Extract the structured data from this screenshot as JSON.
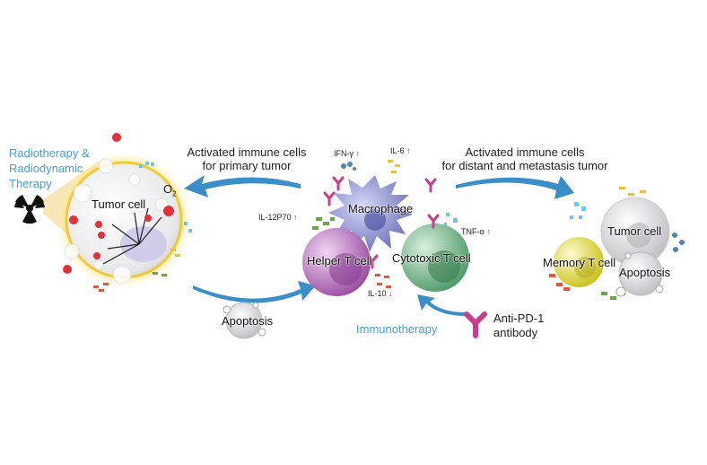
{
  "therapy_left": {
    "line1": "Radiotherapy &",
    "line2": "Radiodynamic",
    "line3": "Therapy"
  },
  "left_tumor": {
    "label": "Tumor cell",
    "oxygen": "O",
    "oxygen_sub": "2"
  },
  "arrow_primary": {
    "line1": "Activated immune cells",
    "line2": "for primary tumor"
  },
  "arrow_distant": {
    "line1": "Activated immune cells",
    "line2": "for distant and metastasis tumor"
  },
  "apoptosis_left": "Apoptosis",
  "cells": {
    "macrophage": "Macrophage",
    "helper": "Helper T cell",
    "cytotoxic": "Cytotoxic T cell",
    "memory": "Memory T cell",
    "tumor_right": "Tumor cell",
    "apoptosis_right": "Apoptosis"
  },
  "cytokines": [
    {
      "name": "IFN-γ",
      "direction": "↑"
    },
    {
      "name": "IL-6",
      "direction": "↑"
    },
    {
      "name": "IL-12P70",
      "direction": "↑"
    },
    {
      "name": "TNF-α",
      "direction": "↑"
    },
    {
      "name": "IL-10",
      "direction": "↓"
    }
  ],
  "immunotherapy": "Immunotherapy",
  "antibody": {
    "line1": "Anti-PD-1",
    "line2": "antibody"
  },
  "colors": {
    "blue_text": "#4a9fd4",
    "arrow": "#3a8fc9",
    "up_arrow": "#d0201c",
    "helper": "#b16fb8",
    "cytotoxic": "#6ab585",
    "memory": "#e3dc3a",
    "macrophage": "#7f84c8",
    "antibody": "#c93d8d"
  }
}
